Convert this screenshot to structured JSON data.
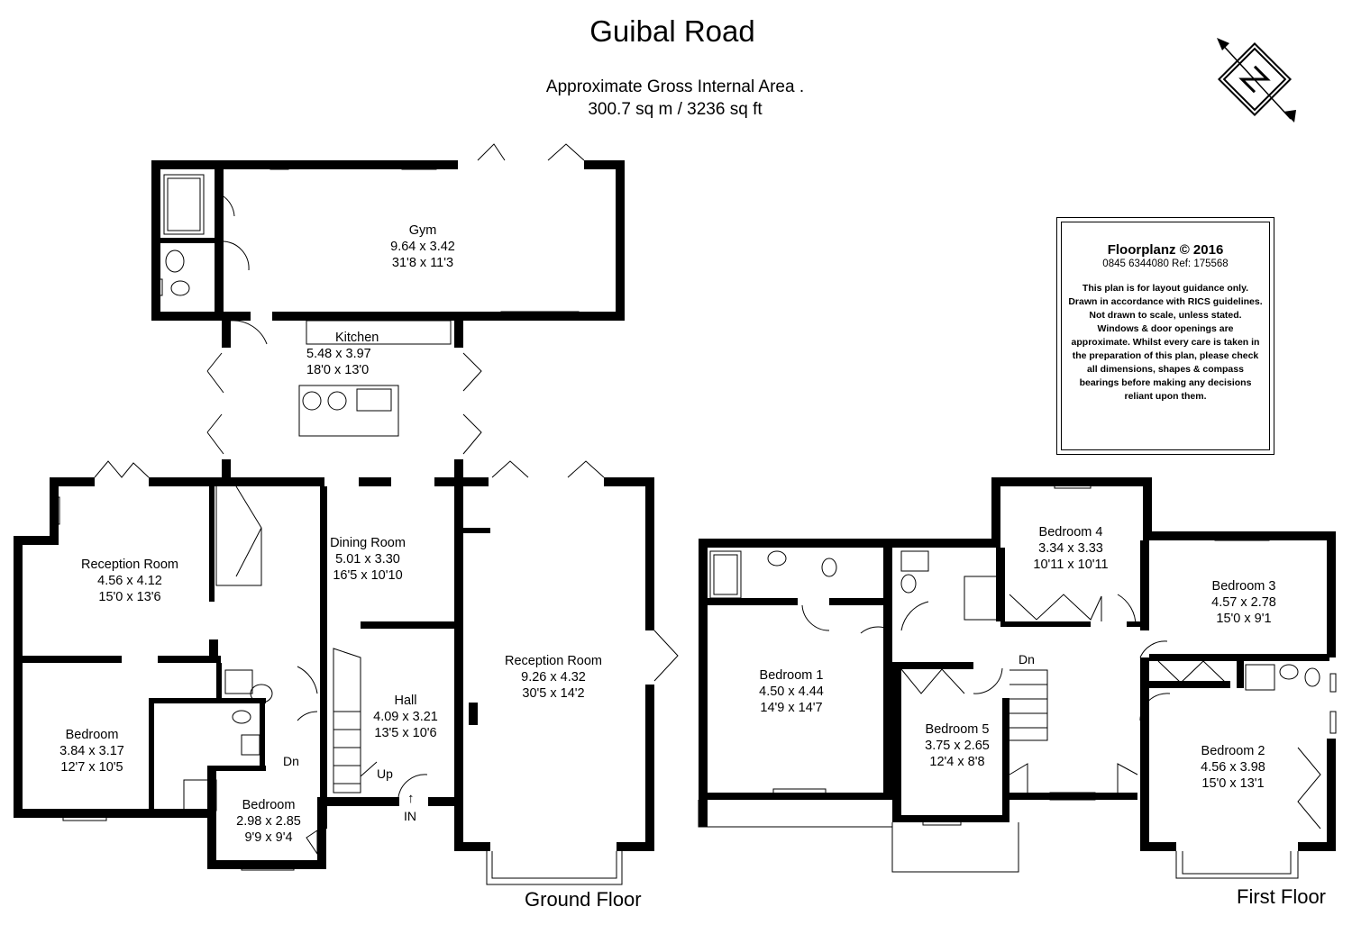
{
  "title": "Guibal Road",
  "area": {
    "line1": "Approximate Gross Internal Area .",
    "line2": "300.7 sq m / 3236 sq ft"
  },
  "info": {
    "brand": "Floorplanz © 2016",
    "ref": "0845 6344080 Ref: 175568",
    "disclaimer": "This plan is for layout guidance only. Drawn in accordance with RICS guidelines. Not drawn to scale, unless stated. Windows & door openings are approximate. Whilst every care is taken in the preparation of this plan, please check all dimensions, shapes & compass bearings before making any decisions reliant upon them."
  },
  "compass": {
    "letter": "N"
  },
  "ground_floor": {
    "label": "Ground Floor",
    "rooms": {
      "gym": {
        "name": "Gym",
        "metric": "9.64 x 3.42",
        "imperial": "31'8 x 11'3"
      },
      "kitchen": {
        "name": "Kitchen",
        "metric": "5.48 x 3.97",
        "imperial": "18'0 x 13'0"
      },
      "reception_left": {
        "name": "Reception Room",
        "metric": "4.56 x 4.12",
        "imperial": "15'0 x 13'6"
      },
      "dining": {
        "name": "Dining Room",
        "metric": "5.01 x 3.30",
        "imperial": "16'5 x 10'10"
      },
      "reception_right": {
        "name": "Reception Room",
        "metric": "9.26 x 4.32",
        "imperial": "30'5 x 14'2"
      },
      "bedroom_a": {
        "name": "Bedroom",
        "metric": "3.84 x 3.17",
        "imperial": "12'7 x 10'5"
      },
      "hall": {
        "name": "Hall",
        "metric": "4.09 x 3.21",
        "imperial": "13'5 x 10'6"
      },
      "bedroom_b": {
        "name": "Bedroom",
        "metric": "2.98 x 2.85",
        "imperial": "9'9 x 9'4"
      }
    },
    "labels": {
      "dn": "Dn",
      "up": "Up",
      "in": "IN"
    }
  },
  "first_floor": {
    "label": "First Floor",
    "rooms": {
      "bed4": {
        "name": "Bedroom 4",
        "metric": "3.34 x 3.33",
        "imperial": "10'11 x 10'11"
      },
      "bed3": {
        "name": "Bedroom 3",
        "metric": "4.57 x 2.78",
        "imperial": "15'0 x 9'1"
      },
      "bed1": {
        "name": "Bedroom 1",
        "metric": "4.50 x 4.44",
        "imperial": "14'9 x 14'7"
      },
      "bed5": {
        "name": "Bedroom 5",
        "metric": "3.75 x 2.65",
        "imperial": "12'4 x 8'8"
      },
      "bed2": {
        "name": "Bedroom 2",
        "metric": "4.56 x 3.98",
        "imperial": "15'0 x 13'1"
      }
    },
    "labels": {
      "dn": "Dn"
    }
  }
}
